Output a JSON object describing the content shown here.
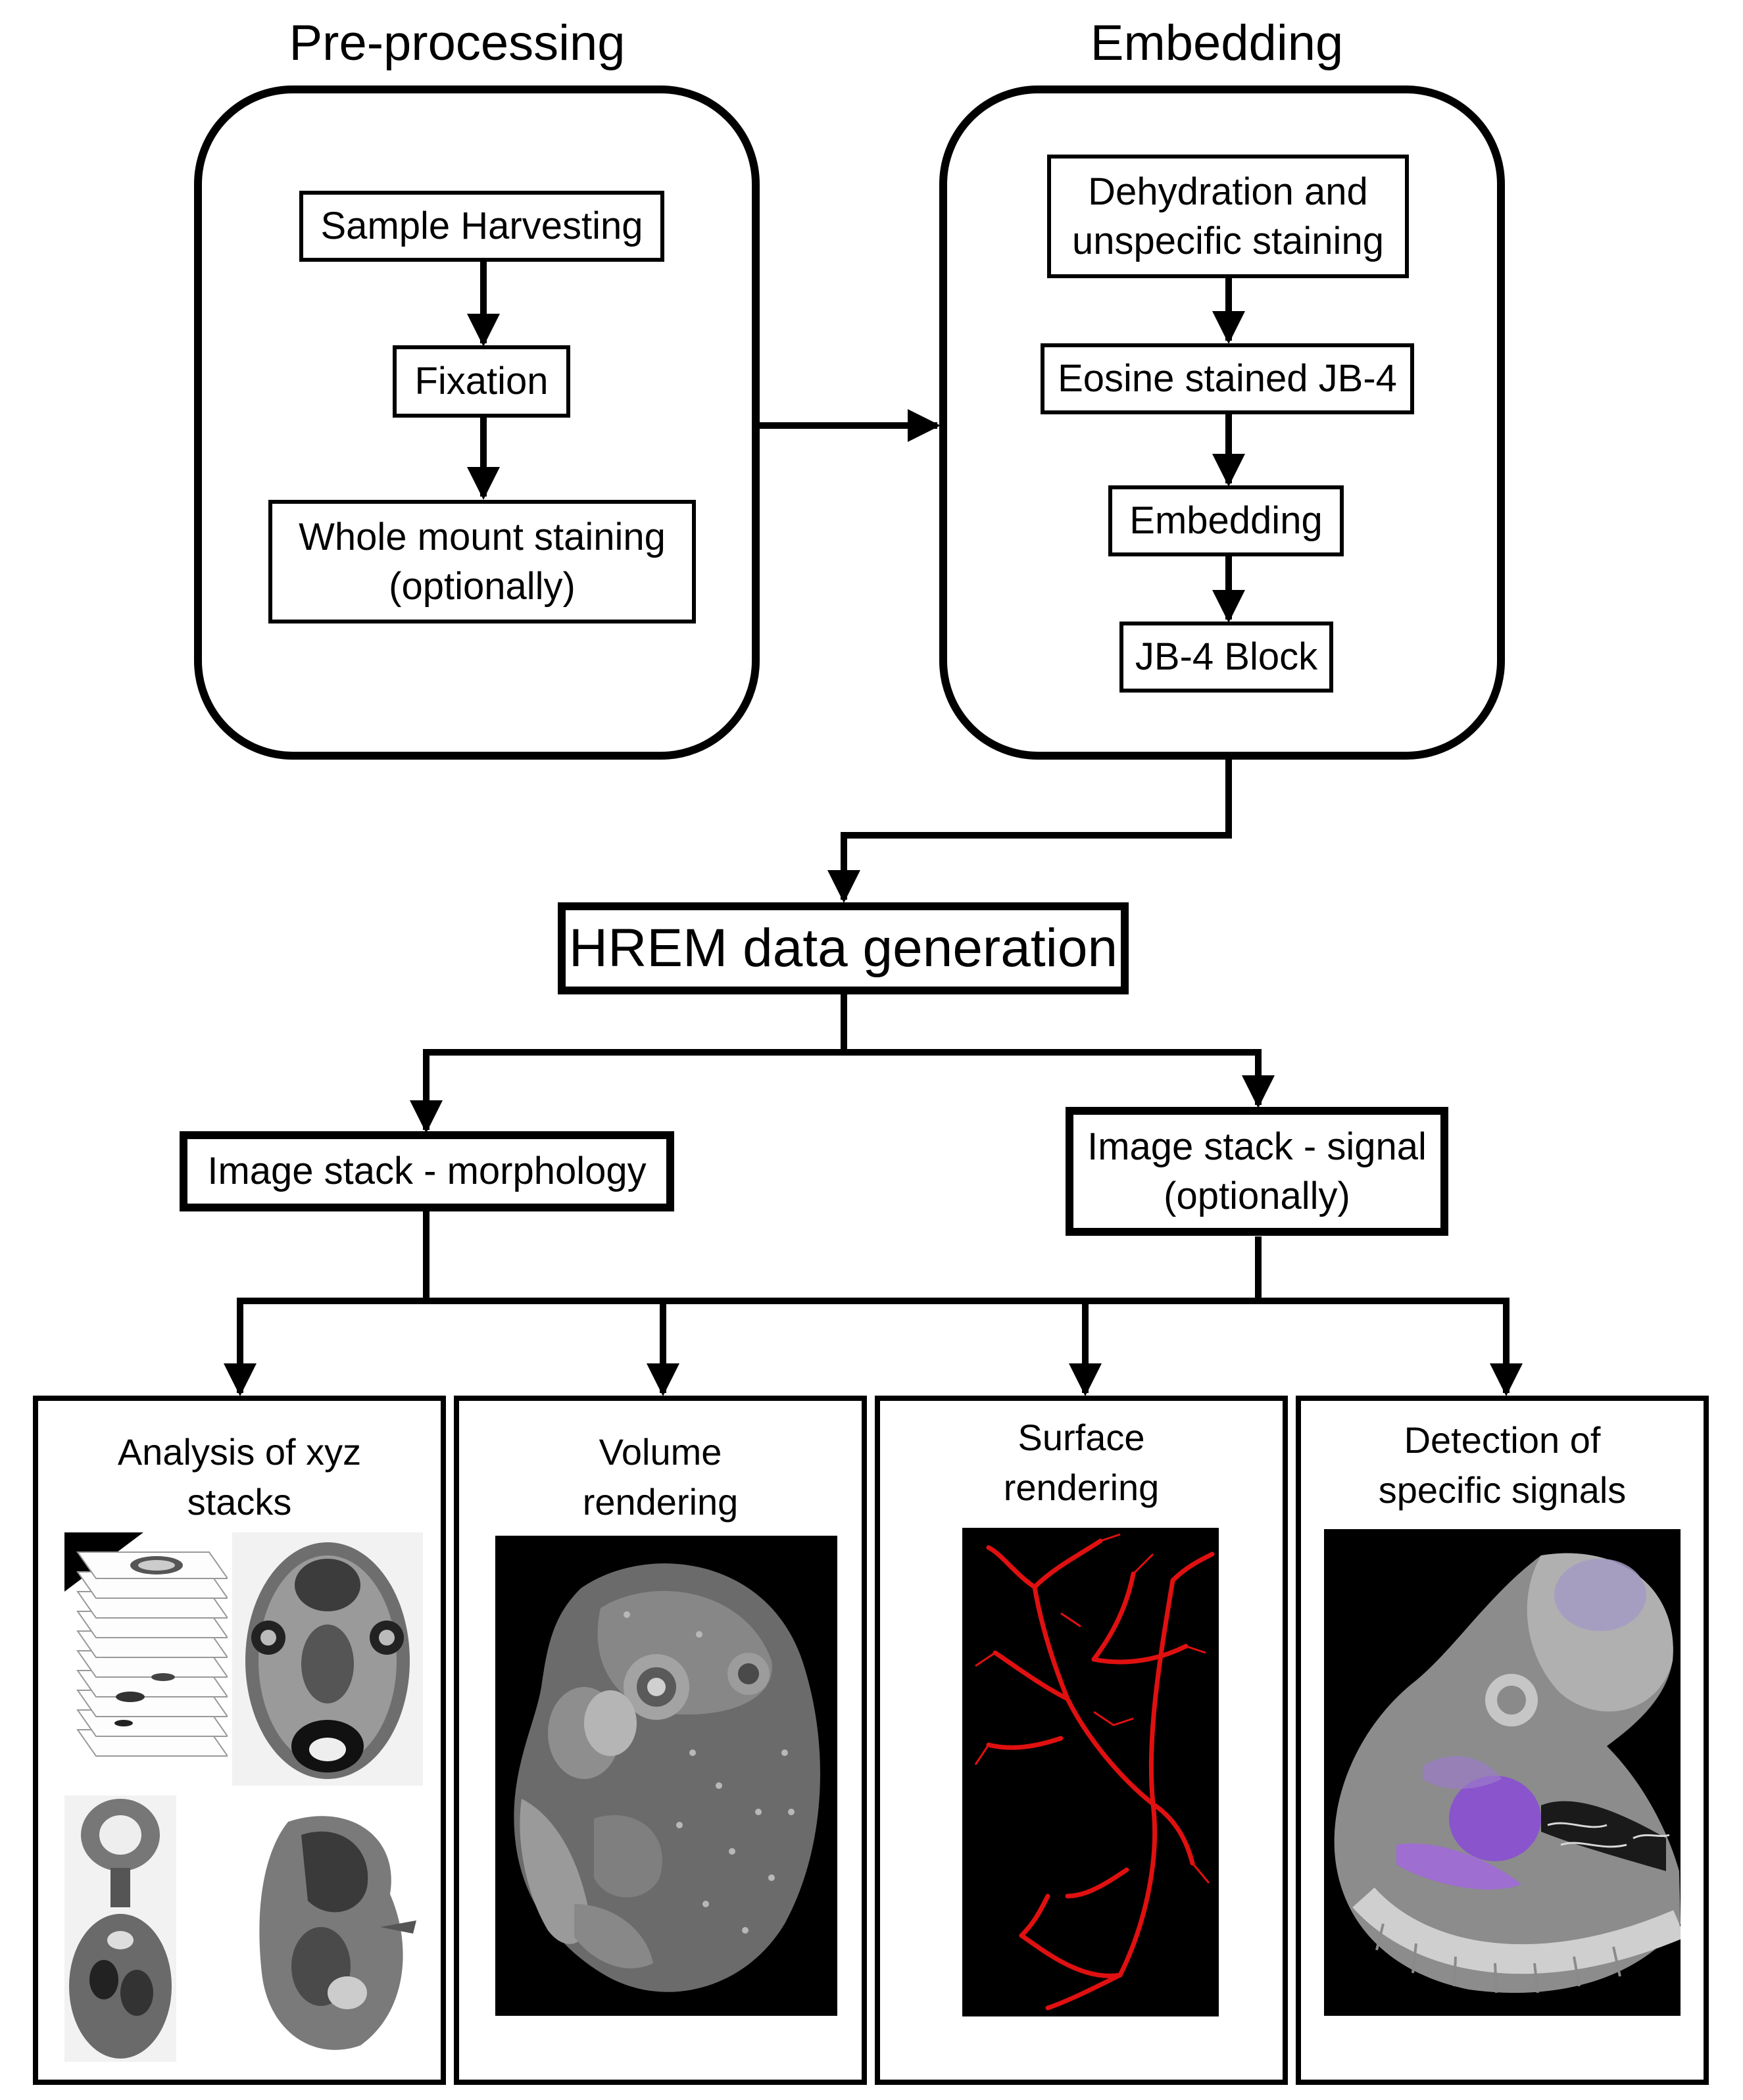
{
  "stages": {
    "preprocessing": {
      "title": "Pre-processing",
      "steps": [
        "Sample Harvesting",
        "Fixation",
        "Whole mount staining\n(optionally)"
      ]
    },
    "embedding": {
      "title": "Embedding",
      "steps": [
        "Dehydration and\nunspecific staining",
        "Eosine stained JB-4",
        "Embedding",
        "JB-4 Block"
      ]
    }
  },
  "hrem": {
    "label": "HREM data generation"
  },
  "stacks": {
    "morphology": "Image stack - morphology",
    "signal": "Image stack - signal\n(optionally)"
  },
  "outputs": [
    {
      "title": "Analysis of xyz\nstacks",
      "image": "hrem-section-stack-and-slices"
    },
    {
      "title": "Volume\nrendering",
      "image": "embryo-volume-rendering"
    },
    {
      "title": "Surface\nrendering",
      "image": "red-vessel-surface-rendering"
    },
    {
      "title": "Detection of\nspecific signals",
      "image": "embryo-with-purple-signal"
    }
  ],
  "colors": {
    "line": "#000000",
    "vessel": "#e01010",
    "signal": "#8a4ad8",
    "render_bg": "#000000"
  }
}
